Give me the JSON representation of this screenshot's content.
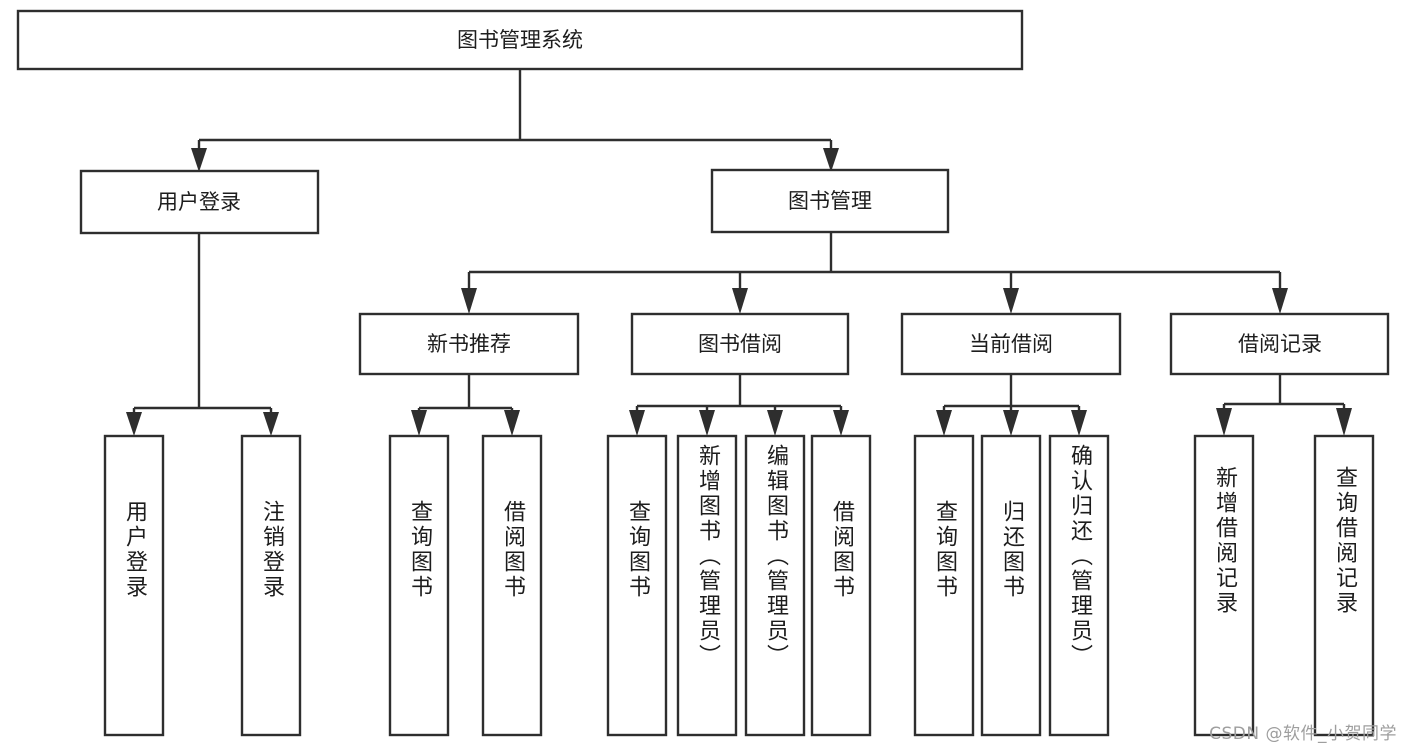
{
  "diagram": {
    "title": "图书管理系统",
    "type": "tree",
    "orientation": "top-down",
    "colors": {
      "box_fill": "#ffffff",
      "box_stroke": "#2e2e2e",
      "text": "#1d1d1d",
      "connector": "#2e2e2e",
      "background": "#ffffff",
      "watermark": "#9e9e9e"
    },
    "root": {
      "label": "图书管理系统"
    },
    "level2": [
      {
        "label": "用户登录"
      },
      {
        "label": "图书管理"
      }
    ],
    "level3": [
      {
        "label": "新书推荐"
      },
      {
        "label": "图书借阅"
      },
      {
        "label": "当前借阅"
      },
      {
        "label": "借阅记录"
      }
    ],
    "leaves_user_login": [
      {
        "label": "用户登录"
      },
      {
        "label": "注销登录"
      }
    ],
    "leaves_new_book": [
      {
        "label": "查询图书"
      },
      {
        "label": "借阅图书"
      }
    ],
    "leaves_borrow": [
      {
        "label": "查询图书"
      },
      {
        "label": "新增图书（管理员）"
      },
      {
        "label": "编辑图书（管理员）"
      },
      {
        "label": "借阅图书"
      }
    ],
    "leaves_current": [
      {
        "label": "查询图书"
      },
      {
        "label": "归还图书"
      },
      {
        "label": "确认归还（管理员）"
      }
    ],
    "leaves_records": [
      {
        "label": "新增借阅记录"
      },
      {
        "label": "查询借阅记录"
      }
    ]
  },
  "watermark": {
    "text": "CSDN @软件_小贺同学"
  }
}
